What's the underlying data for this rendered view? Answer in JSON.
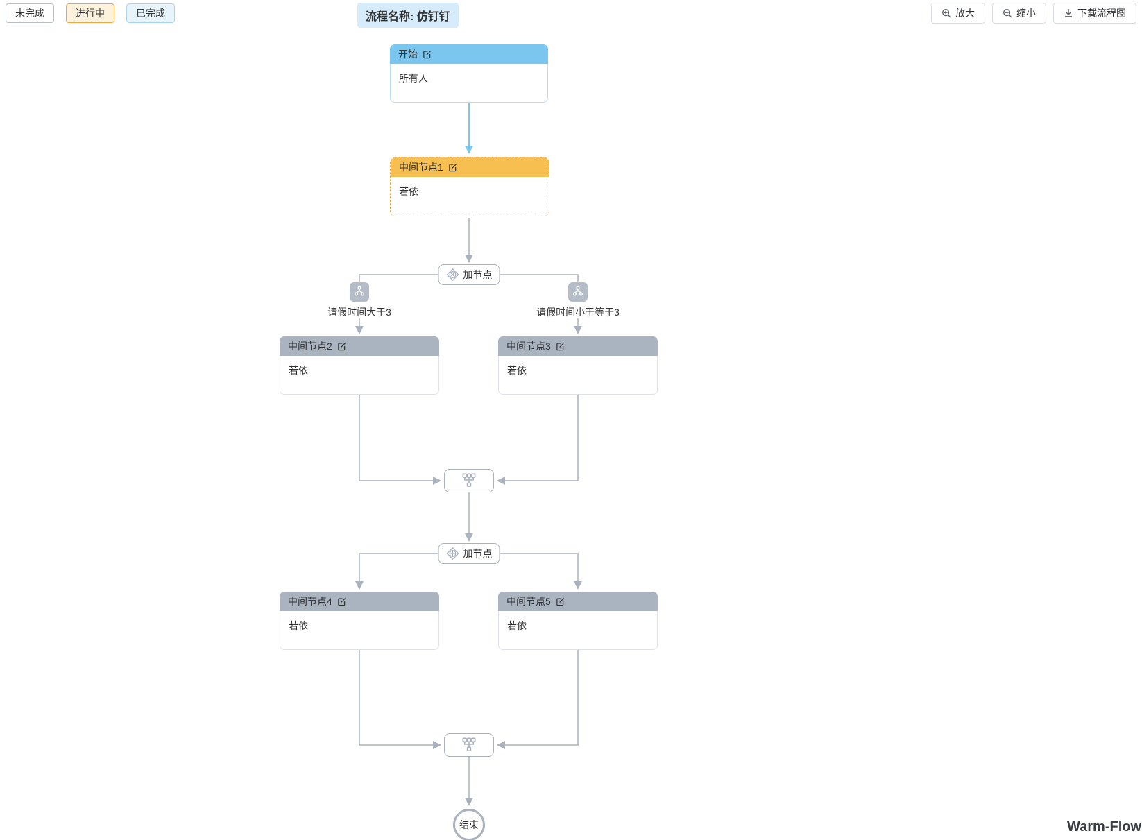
{
  "legend": {
    "pending": "未完成",
    "in_progress": "进行中",
    "completed": "已完成"
  },
  "header": {
    "title": "流程名称: 仿钉钉",
    "zoom_in": "放大",
    "zoom_out": "缩小",
    "download": "下载流程图"
  },
  "flow": {
    "start": {
      "title": "开始",
      "body": "所有人"
    },
    "node1": {
      "title": "中间节点1",
      "body": "若依"
    },
    "gateway1": {
      "label": "加节点"
    },
    "branch_left": {
      "condition": "请假时间大于3"
    },
    "branch_right": {
      "condition": "请假时间小于等于3"
    },
    "node2": {
      "title": "中间节点2",
      "body": "若依"
    },
    "node3": {
      "title": "中间节点3",
      "body": "若依"
    },
    "gateway2": {
      "label": "加节点"
    },
    "node4": {
      "title": "中间节点4",
      "body": "若依"
    },
    "node5": {
      "title": "中间节点5",
      "body": "若依"
    },
    "end": {
      "label": "结束"
    }
  },
  "footer": {
    "brand": "Warm-Flow"
  },
  "colors": {
    "accent-blue": "#7bc6ef",
    "accent-orange": "#f7bf4f",
    "orange-border": "#f0a63a",
    "gray-header": "#aab4c0",
    "line-gray": "#a9b2bd",
    "title-bg": "#d7ecfa"
  }
}
